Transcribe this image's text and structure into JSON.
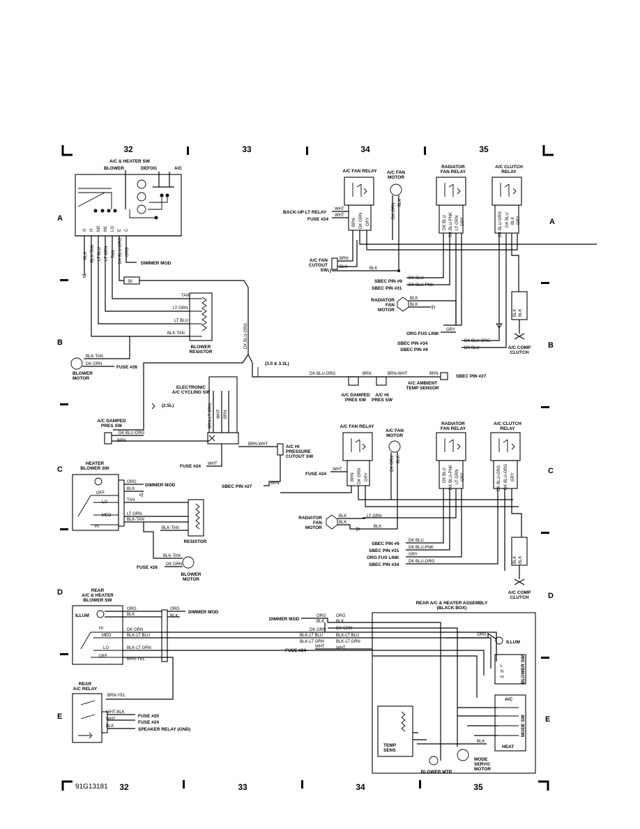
{
  "sheet_id": "91G13181",
  "grid": {
    "columns": [
      "32",
      "33",
      "34",
      "35"
    ],
    "rows": [
      "A",
      "B",
      "C",
      "D",
      "E"
    ]
  },
  "components": {
    "ac_heater_sw": "A/C & HEATER SW",
    "blower": "BLOWER",
    "defog": "DEFOG",
    "ac": "A/C",
    "ac_fan_relay": "A/C FAN RELAY",
    "ac_fan_motor": "A/C FAN MOTOR",
    "radiator_fan_relay": "RADIATOR FAN RELAY",
    "ac_clutch_relay": "A/C CLUTCH RELAY",
    "backup_lt_relay": "BACK-UP LT RELAY",
    "fuse24": "FUSE #24",
    "ac_fan_cutout_sw": "A/C FAN CUTOUT SW",
    "sbec9": "SBEC PIN #9",
    "sbec31": "SBEC PIN #31",
    "sbec34": "SBEC PIN #34",
    "sbec27": "SBEC PIN #27",
    "radiator_fan_motor": "RADIATOR FAN MOTOR",
    "org_fus_link": "ORG FUS LINK",
    "ac_comp_clutch": "A/C COMP CLUTCH",
    "dimmer_mod": "DIMMER MOD",
    "blower_resistor": "BLOWER RESISTOR",
    "blower_motor": "BLOWER MOTOR",
    "fuse26": "FUSE #26",
    "engine_note": "(3.0 & 3.3L)",
    "engine_note2": "(2.5L)",
    "elec_ac_cycling_sw": "ELECTRONIC A/C CYCLING SW",
    "ac_damped_pres_sw": "A/C DAMPED PRES SW",
    "ac_hi_pres_sw": "A/C HI PRES SW",
    "ac_ambient_temp": "A/C AMBIENT TEMP SENSOR",
    "ac_hi_pressure_cutout": "A/C HI PRESSURE CUTOUT SW",
    "heater_blower_sw": "HEATER BLOWER SW",
    "resistor": "RESISTOR",
    "rear_ac_heater_blower_sw": "REAR A/C & HEATER BLOWER SW",
    "illum": "ILLUM",
    "rear_ac_relay": "REAR A/C RELAY",
    "fuse20": "FUSE #20",
    "speaker_relay": "SPEAKER RELAY (GND)",
    "rear_assembly": "REAR A/C & HEATER ASSEMBLY (BLACK BOX)",
    "blower_sw": "BLOWER SW",
    "mode_sw": "MODE SW",
    "temp_sens": "TEMP SENS",
    "blower_mtr": "BLOWER MTR",
    "mode_servo_motor": "MODE SERVO MOTOR",
    "heat": "HEAT"
  },
  "switch_positions": {
    "off": "OFF",
    "lo": "LO",
    "med": "MED",
    "hi": "HI",
    "l": "L",
    "n": "N",
    "h": "H"
  },
  "wires": {
    "blk": "BLK",
    "blk_tan": "BLK-TAN",
    "lt_blu": "LT BLU",
    "lt_grn": "LT GRN",
    "tan": "TAN",
    "dk_blu_org": "DK BLU-ORG",
    "org": "ORG",
    "brn": "BRN",
    "wht": "WHT",
    "dk_grn": "DK GRN",
    "gry": "GRY",
    "dk_blu": "DK BLU",
    "dk_blu_pnk": "DK BLU-PNK",
    "brn_wht": "BRN-WHT",
    "brn_lt_grn": "BRN-LT GRN",
    "blk_lt_blu": "BLK-LT BLU",
    "blk_lt_grn": "BLK-LT GRN",
    "brn_yel": "BRN-YEL",
    "wht_blk": "WHT-BLK"
  },
  "pin_labels": [
    "G",
    "H",
    "M2",
    "M1",
    "LO",
    "E",
    "C"
  ],
  "connector_no": "39",
  "colors": {
    "ink": "#000000",
    "paper": "#ffffff"
  }
}
